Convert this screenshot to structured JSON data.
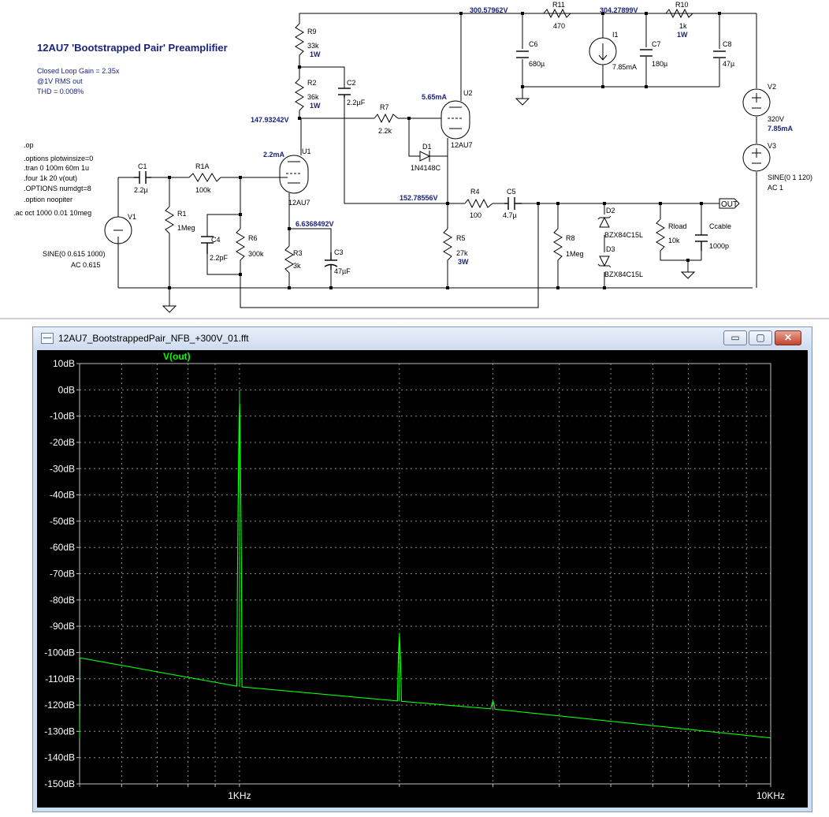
{
  "schematic": {
    "title": "12AU7 'Bootstrapped Pair' Preamplifier",
    "notes": [
      "Closed Loop Gain = 2.35x",
      "@1V RMS out",
      "THD = 0.008%"
    ],
    "directives": [
      ".op",
      ".options plotwinsize=0",
      ".tran 0 100m 60m 1u",
      ".four 1k 20 v(out)",
      ".OPTIONS numdgt=8",
      ".option noopiter",
      ".ac oct 1000 0.01 10meg"
    ],
    "node_voltages": {
      "supply": "300.57962V",
      "filter": "304.27899V",
      "u1_plate": "147.93242V",
      "u2_cathode": "152.78556V",
      "u1_cathode": "6.6368492V"
    },
    "currents": {
      "u1": "2.2mA",
      "u2": "5.65mA"
    },
    "components": {
      "v1": {
        "ref": "V1",
        "value": "SINE(0 0.615 1000)",
        "ac": "AC 0.615"
      },
      "c1": {
        "ref": "C1",
        "value": "2.2µ"
      },
      "r1": {
        "ref": "R1",
        "value": "1Meg"
      },
      "r1a": {
        "ref": "R1A",
        "value": "100k"
      },
      "c4": {
        "ref": "C4",
        "value": "2.2pF"
      },
      "r6": {
        "ref": "R6",
        "value": "300k"
      },
      "u1": {
        "ref": "U1",
        "value": "12AU7"
      },
      "r3": {
        "ref": "R3",
        "value": "3k"
      },
      "c3": {
        "ref": "C3",
        "value": "47µF"
      },
      "r9": {
        "ref": "R9",
        "value": "33k",
        "power": "1W"
      },
      "r2": {
        "ref": "R2",
        "value": "36k",
        "power": "1W"
      },
      "c2": {
        "ref": "C2",
        "value": "2.2µF"
      },
      "r7": {
        "ref": "R7",
        "value": "2.2k"
      },
      "d1": {
        "ref": "D1",
        "value": "1N4148C"
      },
      "u2": {
        "ref": "U2",
        "value": "12AU7"
      },
      "r5": {
        "ref": "R5",
        "value": "27k",
        "power": "3W"
      },
      "r4": {
        "ref": "R4",
        "value": "100"
      },
      "c5": {
        "ref": "C5",
        "value": "4.7µ"
      },
      "r8": {
        "ref": "R8",
        "value": "1Meg"
      },
      "d2": {
        "ref": "D2",
        "value": "BZX84C15L"
      },
      "d3": {
        "ref": "D3",
        "value": "BZX84C15L"
      },
      "rload": {
        "ref": "Rload",
        "value": "10k"
      },
      "ccable": {
        "ref": "Ccable",
        "value": "1000p"
      },
      "out": "OUT",
      "r11": {
        "ref": "R11",
        "value": "470"
      },
      "r10": {
        "ref": "R10",
        "value": "1k",
        "power": "1W"
      },
      "c6": {
        "ref": "C6",
        "value": "680µ"
      },
      "i1": {
        "ref": "I1",
        "value": "7.85mA"
      },
      "c7": {
        "ref": "C7",
        "value": "180µ"
      },
      "c8": {
        "ref": "C8",
        "value": "47µ"
      },
      "v2": {
        "ref": "V2",
        "value": "320V",
        "current": "7.85mA"
      },
      "v3": {
        "ref": "V3",
        "value": "SINE(0 1 120)",
        "ac": "AC 1"
      }
    }
  },
  "window": {
    "title": "12AU7_BootstrappedPair_NFB_+300V_01.fft",
    "buttons": {
      "minimize": "▭",
      "maximize": "▢",
      "close": "✕"
    }
  },
  "chart_data": {
    "type": "line",
    "trace_name": "V(out)",
    "trace_color": "#00ff00",
    "x_scale": "log",
    "x_range_hz": [
      500,
      10000
    ],
    "x_ticks": [
      {
        "label": "1KHz",
        "value": 1000
      },
      {
        "label": "10KHz",
        "value": 10000
      }
    ],
    "y_range_db": [
      -150,
      10
    ],
    "y_ticks": [
      "10dB",
      "0dB",
      "-10dB",
      "-20dB",
      "-30dB",
      "-40dB",
      "-50dB",
      "-60dB",
      "-70dB",
      "-80dB",
      "-90dB",
      "-100dB",
      "-110dB",
      "-120dB",
      "-130dB",
      "-140dB",
      "-150dB"
    ],
    "y_tick_values": [
      10,
      0,
      -10,
      -20,
      -30,
      -40,
      -50,
      -60,
      -70,
      -80,
      -90,
      -100,
      -110,
      -120,
      -130,
      -140,
      -150
    ],
    "grid": true,
    "noise_floor": [
      [
        500,
        -102
      ],
      [
        1000,
        -113
      ],
      [
        2000,
        -118.5
      ],
      [
        3000,
        -121.5
      ],
      [
        10000,
        -132.5
      ]
    ],
    "peaks": [
      {
        "freq_hz": 1000,
        "level_db": 0
      },
      {
        "freq_hz": 2000,
        "level_db": -92.5
      },
      {
        "freq_hz": 3000,
        "level_db": -118.5
      }
    ]
  }
}
